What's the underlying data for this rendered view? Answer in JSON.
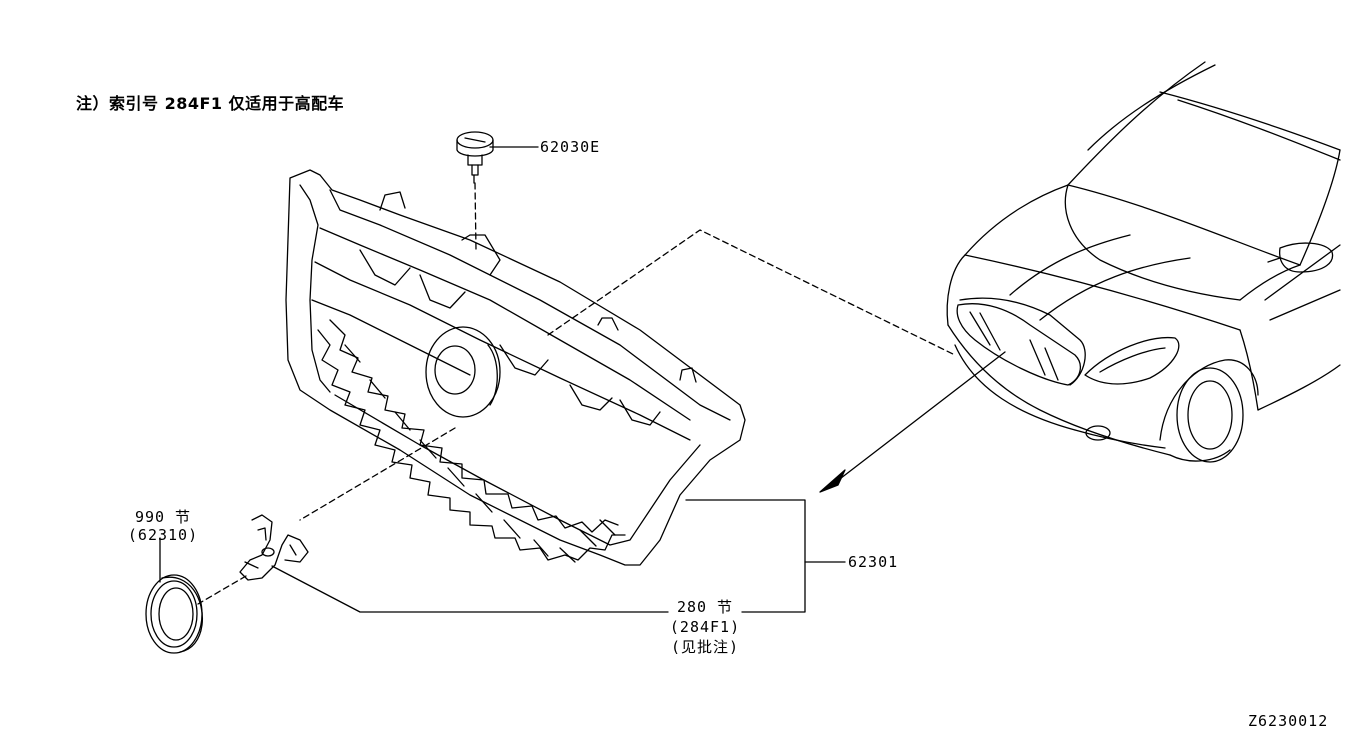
{
  "note": "注）索引号 284F1 仅适用于高配车",
  "callouts": {
    "emblem_clip": "62030E",
    "grille_assembly": "62301",
    "emblem_section": "990 节",
    "emblem_part": "(62310)",
    "bracket_section": "280 节",
    "bracket_part": "(284F1)",
    "bracket_note": "(见批注)"
  },
  "diagram_id": "Z6230012"
}
